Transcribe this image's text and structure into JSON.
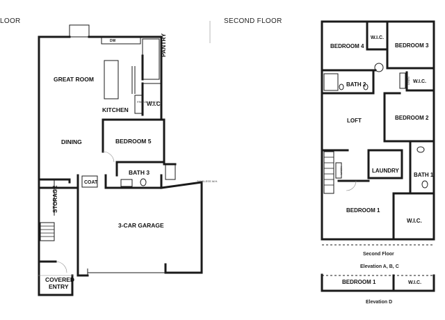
{
  "headers": {
    "first_floor": "LOOR",
    "second_floor": "SECOND FLOOR"
  },
  "first_floor": {
    "great_room": "GREAT ROOM",
    "kitchen": "KITCHEN",
    "pantry": "PANTRY",
    "wic": "W.I.C.",
    "dining": "DINING",
    "bedroom5": "BEDROOM 5",
    "bath3": "BATH 3",
    "coat": "COAT",
    "storage": "STORAGE",
    "garage": "3-CAR GARAGE",
    "covered_entry_1": "COVERED",
    "covered_entry_2": "ENTRY",
    "dw": "DW",
    "freezer": "FREEZE SPACE",
    "tankless": "TANKLESS W.H."
  },
  "second_floor": {
    "bedroom4": "BEDROOM 4",
    "wic_top": "W.I.C.",
    "bedroom3": "BEDROOM 3",
    "bath2": "BATH 2",
    "linen_top": "LINEN",
    "wic_b3": "W.I.C.",
    "loft": "LOFT",
    "bedroom2": "BEDROOM 2",
    "linen_mid": "LINEN",
    "laundry": "LAUNDRY",
    "bath1": "BATH 1",
    "bedroom1": "BEDROOM 1",
    "wic_b1": "W.I.C.",
    "caption_floor": "Second Floor",
    "caption_elev_abc": "Elevation A, B, C",
    "elev_d_bedroom1": "BEDROOM 1",
    "elev_d_wic": "W.I.C.",
    "caption_elev_d": "Elevation D"
  }
}
